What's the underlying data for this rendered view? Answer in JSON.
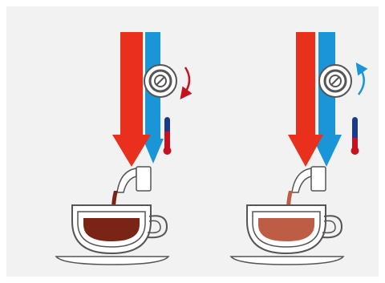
{
  "panel": {
    "background": "#f2f2f2"
  },
  "colors": {
    "hot": "#e8301c",
    "cold": "#1a96d8",
    "outline": "#555555",
    "coffee_strong": "#7a2416",
    "coffee_light": "#bd5d46",
    "thermo_hot": "#c8101e",
    "thermo_cold": "#1a3a8c"
  },
  "scenarios": [
    {
      "id": "left",
      "knob_rotation": "clockwise",
      "arrow_color": "#c8101e",
      "coffee_color": "#7a2416",
      "cold_ratio": 0.5
    },
    {
      "id": "right",
      "knob_rotation": "counterclockwise",
      "arrow_color": "#1a96d8",
      "coffee_color": "#bd5d46",
      "cold_ratio": 0.5
    }
  ],
  "icons": [
    "mixing-knob-icon",
    "thermometer-icon",
    "rotation-arrow-icon",
    "spout-icon",
    "cup-icon",
    "saucer-icon"
  ]
}
